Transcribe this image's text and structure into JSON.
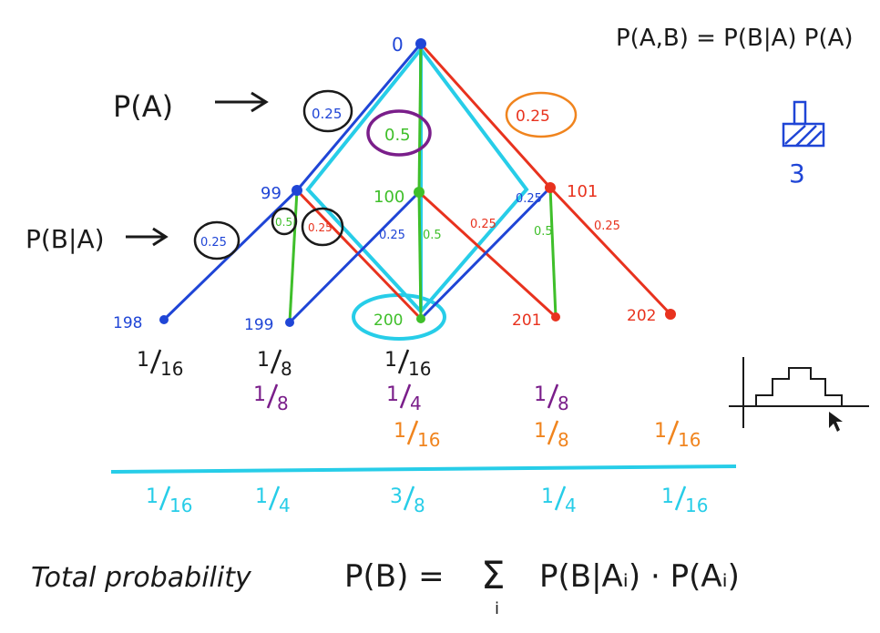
{
  "colors": {
    "black": "#1a1a1a",
    "blue": "#1f45d6",
    "red": "#e8321e",
    "green": "#3fbf2a",
    "cyan": "#27cde8",
    "purple": "#7a1e8a",
    "orange": "#f0841e"
  },
  "header": {
    "formula": "P(A,B) = P(B|A) P(A)",
    "side_number": "3"
  },
  "labels": {
    "pa": "P(A)",
    "pba": "P(B|A)"
  },
  "nodes": {
    "top": "0",
    "mid_left": "99",
    "mid_center": "100",
    "mid_right": "101",
    "b198": "198",
    "b199": "199",
    "b200": "200",
    "b201": "201",
    "b202": "202"
  },
  "edges": {
    "top_left": "0.25",
    "top_center": "0.5",
    "top_right": "0.25",
    "left_198": "0.25",
    "left_199": "0.5",
    "left_200": "0.25",
    "center_199": "0.25",
    "center_200": "0.5",
    "center_201": "0.25",
    "right_200": "0.25",
    "right_201": "0.5",
    "right_202": "0.25"
  },
  "rows": {
    "black": [
      {
        "num": "1",
        "den": "16"
      },
      {
        "num": "1",
        "den": "8"
      },
      {
        "num": "1",
        "den": "16"
      }
    ],
    "purple": [
      {
        "num": "1",
        "den": "8"
      },
      {
        "num": "1",
        "den": "4"
      },
      {
        "num": "1",
        "den": "8"
      }
    ],
    "orange": [
      {
        "num": "1",
        "den": "16"
      },
      {
        "num": "1",
        "den": "8"
      },
      {
        "num": "1",
        "den": "16"
      }
    ],
    "cyan": [
      {
        "num": "1",
        "den": "16"
      },
      {
        "num": "1",
        "den": "4"
      },
      {
        "num": "3",
        "den": "8"
      },
      {
        "num": "1",
        "den": "4"
      },
      {
        "num": "1",
        "den": "16"
      }
    ]
  },
  "footer": {
    "caption": "Total probability",
    "formula_left": "P(B) =",
    "sigma": "Σ",
    "sigma_index": "i",
    "formula_right": "P(B|Aᵢ) · P(Aᵢ)"
  }
}
